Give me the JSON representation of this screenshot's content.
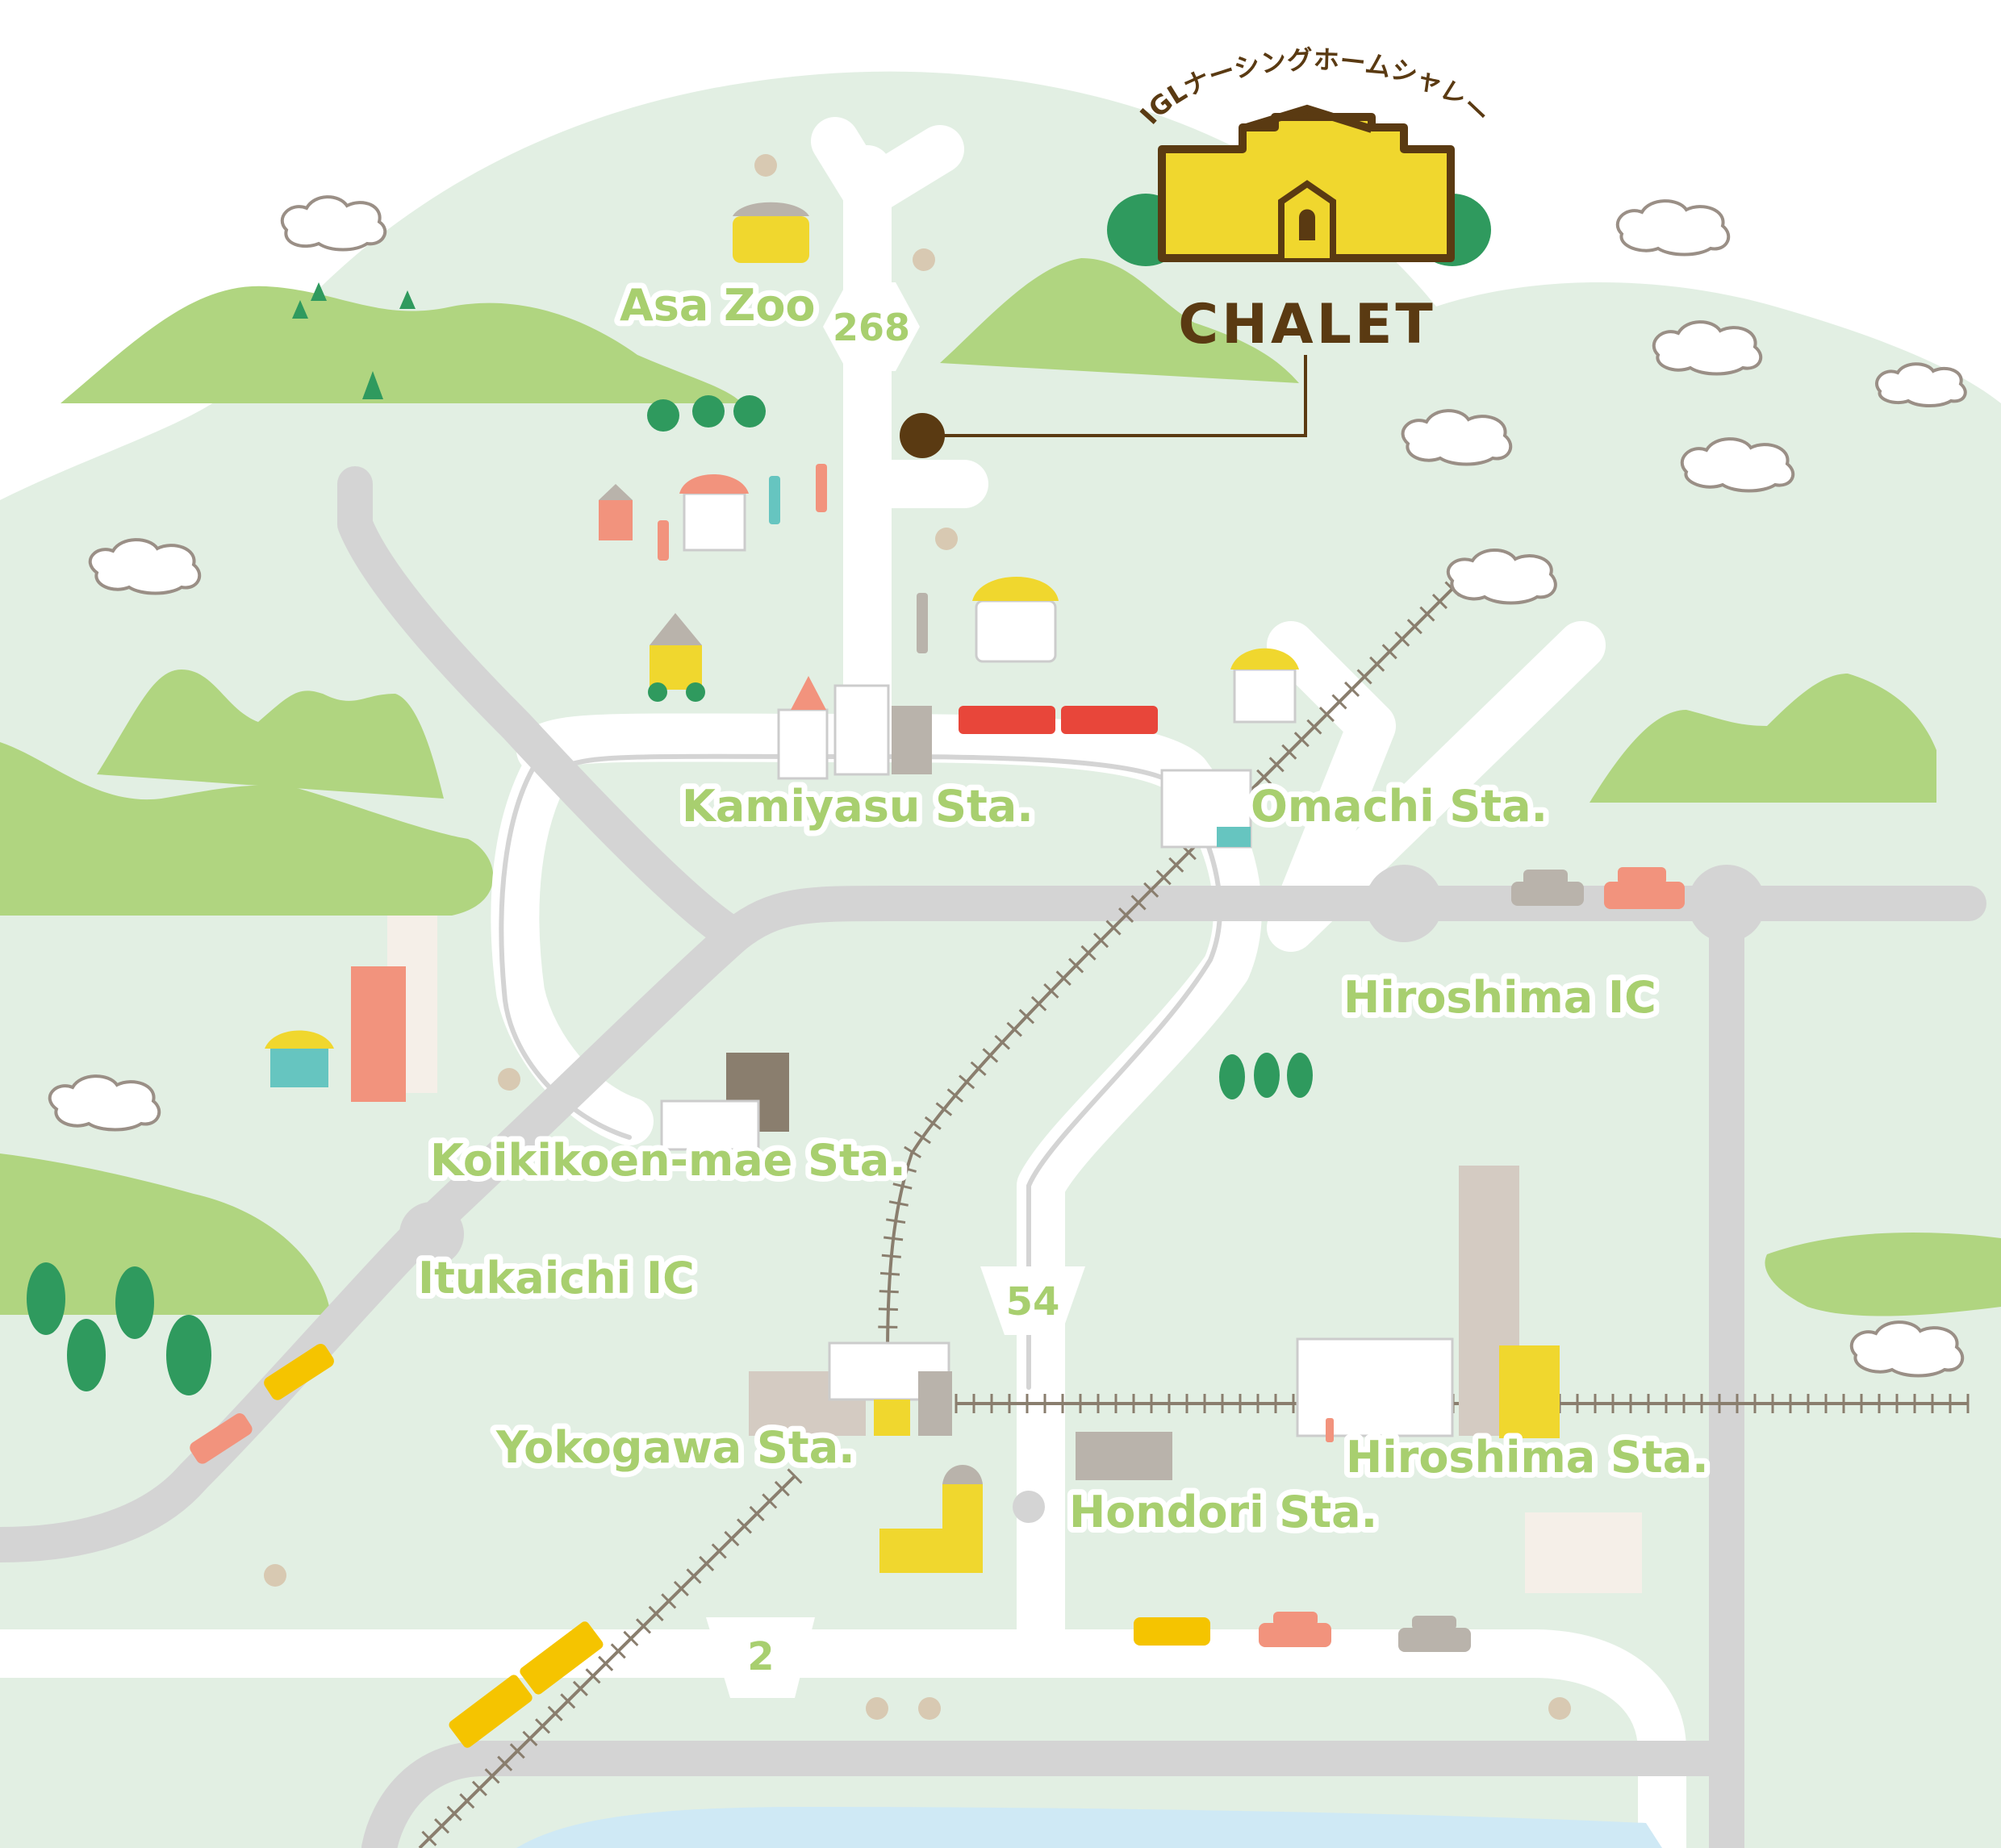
{
  "brand": {
    "name": "CHALET",
    "subtitle": "IGLナーシングホームシャレー"
  },
  "routes": {
    "r268": "268",
    "r54": "54",
    "r2": "2"
  },
  "places": {
    "asa_zoo": "Asa Zoo",
    "kamiyasu": "Kamiyasu Sta.",
    "omachi": "Omachi Sta.",
    "hiroshima_ic": "Hiroshima IC",
    "koikikoen": "Koikikoen-mae Sta.",
    "itukaichi": "Itukaichi IC",
    "yokogawa": "Yokogawa Sta.",
    "hiroshima_sta": "Hiroshima Sta.",
    "hondori": "Hondori Sta."
  },
  "colors": {
    "land": "#e2efe3",
    "hill": "#b0d580",
    "road": "#d4d4d4",
    "street": "#ffffff",
    "label": "#a8cf6f",
    "brand": "#5a3a12",
    "building_yellow": "#f0d72e",
    "tree": "#2f9a5e",
    "train_red": "#e8463a",
    "train_yellow": "#f5c400"
  },
  "icons": [
    "chalet-building-icon",
    "location-pin-icon",
    "cloud-icon",
    "tree-icon",
    "car-icon",
    "train-icon",
    "building-icon"
  ]
}
